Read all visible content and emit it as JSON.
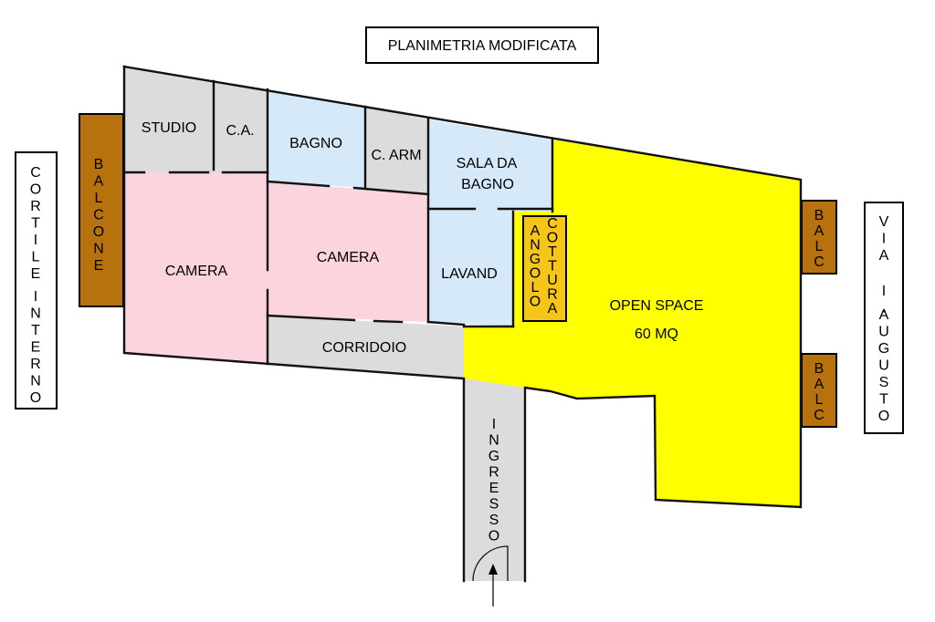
{
  "title": "PLANIMETRIA MODIFICATA",
  "rooms": {
    "studio": "STUDIO",
    "ca": "C.A.",
    "bagno": "BAGNO",
    "c_arm": "C. ARM",
    "sala_line1": "SALA DA",
    "sala_line2": "BAGNO",
    "camera_left": "CAMERA",
    "camera_mid": "CAMERA",
    "lavand": "LAVAND",
    "corridoio": "CORRIDOIO",
    "open_space_line1": "OPEN SPACE",
    "open_space_line2": "60 MQ",
    "angolo": "ANGOLO",
    "cottura": "COTTURA",
    "ingresso": "INGRESSO",
    "balcone": "BALCONE",
    "balc_top": "BALC",
    "balc_bottom": "BALC"
  },
  "side_labels": {
    "left_line1": "CORTILE",
    "left_line2": "INTERNO",
    "right_line1": "VIA",
    "right_line2": "I.",
    "right_line3": "AUGUSTO"
  },
  "colors": {
    "gray_room": "#dcdcdc",
    "blue_room": "#d6e9f8",
    "pink_room": "#fcd4de",
    "open_space": "#ffff00",
    "kitchen": "#f5c518",
    "balcony": "#b8720d"
  }
}
